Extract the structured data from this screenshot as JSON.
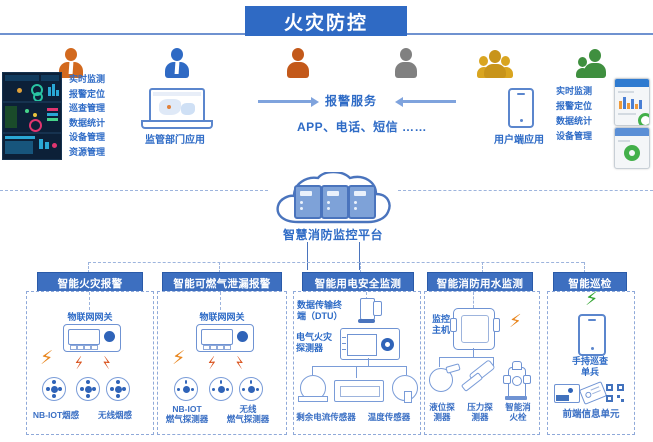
{
  "header": {
    "title": "火灾防控"
  },
  "top_row": {
    "supervisor_features": [
      "实时监测",
      "报警定位",
      "巡查管理",
      "数据统计",
      "设备管理",
      "资源管理"
    ],
    "supervisor_app_label": "监管部门应用",
    "alarm_service_label": "报警服务",
    "alarm_channels_label": "APP、电话、短信 ……",
    "client_app_label": "用户端应用",
    "client_features": [
      "实时监测",
      "报警定位",
      "数据统计",
      "设备管理"
    ]
  },
  "platform": {
    "label": "智慧消防监控平台"
  },
  "boxes": [
    {
      "title": "智能火灾报警",
      "gateway_label": "物联网网关",
      "captions": [
        "NB-IOT烟感",
        "无线烟感"
      ]
    },
    {
      "title": "智能可燃气泄漏报警",
      "gateway_label": "物联网网关",
      "captions": [
        "NB-IOT\n燃气探测器",
        "无线\n燃气探测器"
      ]
    },
    {
      "title": "智能用电安全监测",
      "dtu_label": "数据传输终\n端（DTU）",
      "detector_label": "电气火灾\n探测器",
      "captions": [
        "剩余电流传感器",
        "温度传感器"
      ]
    },
    {
      "title": "智能消防用水监测",
      "host_label": "监控\n主机",
      "captions": [
        "液位探\n测器",
        "压力探\n测器",
        "智能消\n火栓"
      ]
    },
    {
      "title": "智能巡检",
      "handheld_label": "手持巡查\n单兵",
      "captions": [
        "前端信息单元"
      ]
    }
  ],
  "colors": {
    "title_bg": "#2f6ac4",
    "accent_blue": "#3d6fc0",
    "text_blue": "#2e6bc6",
    "orange": "#d2691e",
    "grey": "#808080",
    "gold": "#d9a520",
    "green": "#3f8f3f"
  }
}
